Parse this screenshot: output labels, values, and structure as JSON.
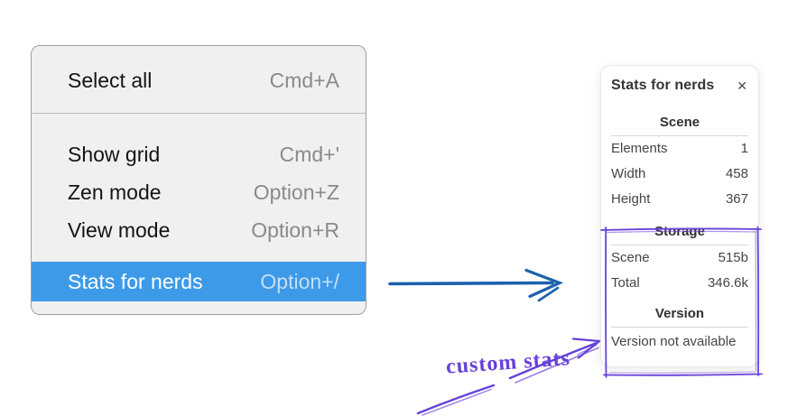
{
  "context_menu": {
    "items": [
      {
        "label": "Select all",
        "shortcut": "Cmd+A"
      },
      {
        "label": "Show grid",
        "shortcut": "Cmd+'"
      },
      {
        "label": "Zen mode",
        "shortcut": "Option+Z"
      },
      {
        "label": "View mode",
        "shortcut": "Option+R"
      },
      {
        "label": "Stats for nerds",
        "shortcut": "Option+/",
        "highlighted": true
      }
    ],
    "highlight_color": "#3d9ae8"
  },
  "stats_panel": {
    "title": "Stats for nerds",
    "close_icon": "✕",
    "scene_section": {
      "heading": "Scene",
      "rows": [
        {
          "label": "Elements",
          "value": "1"
        },
        {
          "label": "Width",
          "value": "458"
        },
        {
          "label": "Height",
          "value": "367"
        }
      ]
    },
    "storage_section": {
      "heading": "Storage",
      "rows": [
        {
          "label": "Scene",
          "value": "515b"
        },
        {
          "label": "Total",
          "value": "346.6k"
        }
      ]
    },
    "version_section": {
      "heading": "Version",
      "note": "Version not available"
    }
  },
  "annotation": {
    "label": "custom stats",
    "color": "#6741d9"
  },
  "colors": {
    "menu_to_panel_arrow": "#1b61ad",
    "annotation_purple": "#6741d9"
  }
}
